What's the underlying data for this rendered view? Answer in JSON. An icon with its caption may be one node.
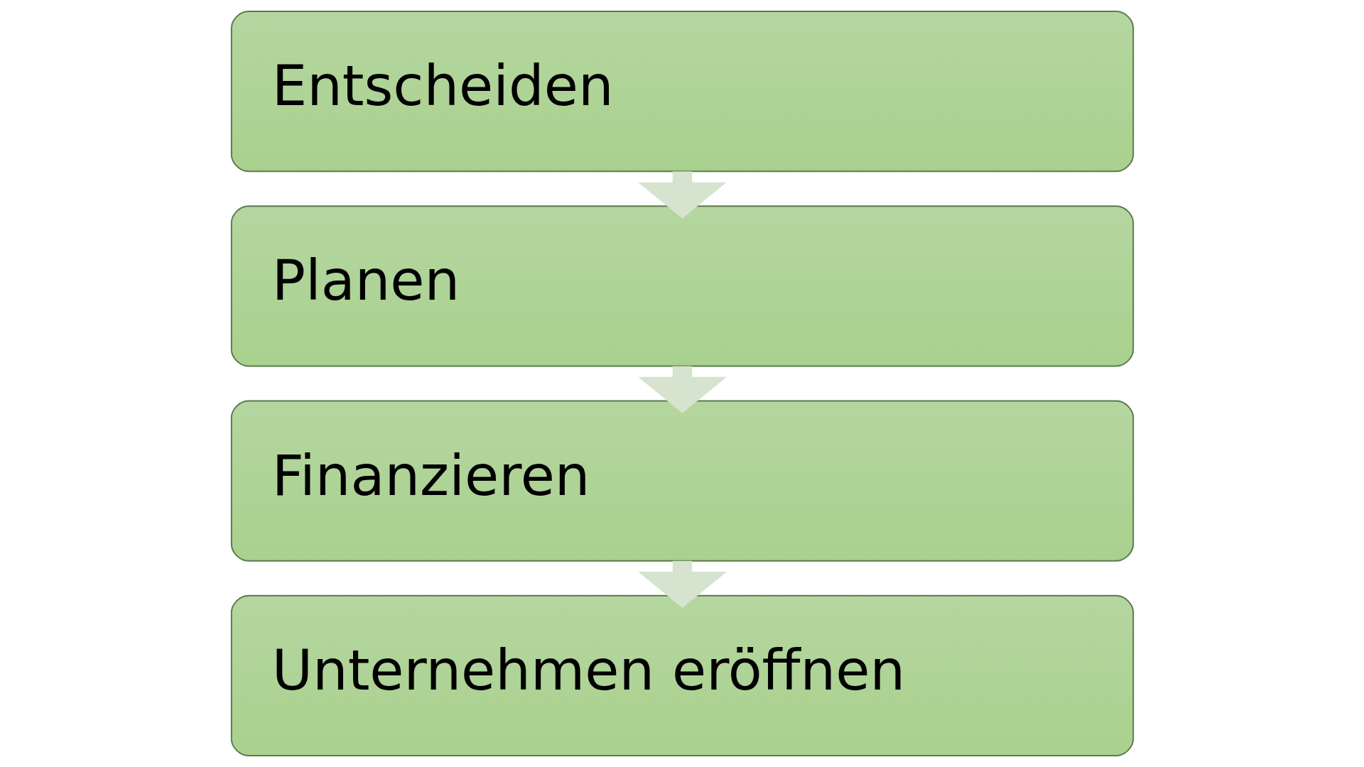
{
  "diagram": {
    "nodes": [
      {
        "text": [
          "Entscheiden"
        ]
      },
      {
        "text": [
          "Planen"
        ]
      },
      {
        "text": [
          "Finanzieren"
        ]
      },
      {
        "text": [
          "Unternehmen eröffnen"
        ]
      }
    ],
    "edges": [
      {
        "from": 0,
        "to": 1,
        "arrow": "to"
      },
      {
        "from": 1,
        "to": 2,
        "arrow": "to"
      },
      {
        "from": 2,
        "to": 3,
        "arrow": "to"
      }
    ]
  }
}
